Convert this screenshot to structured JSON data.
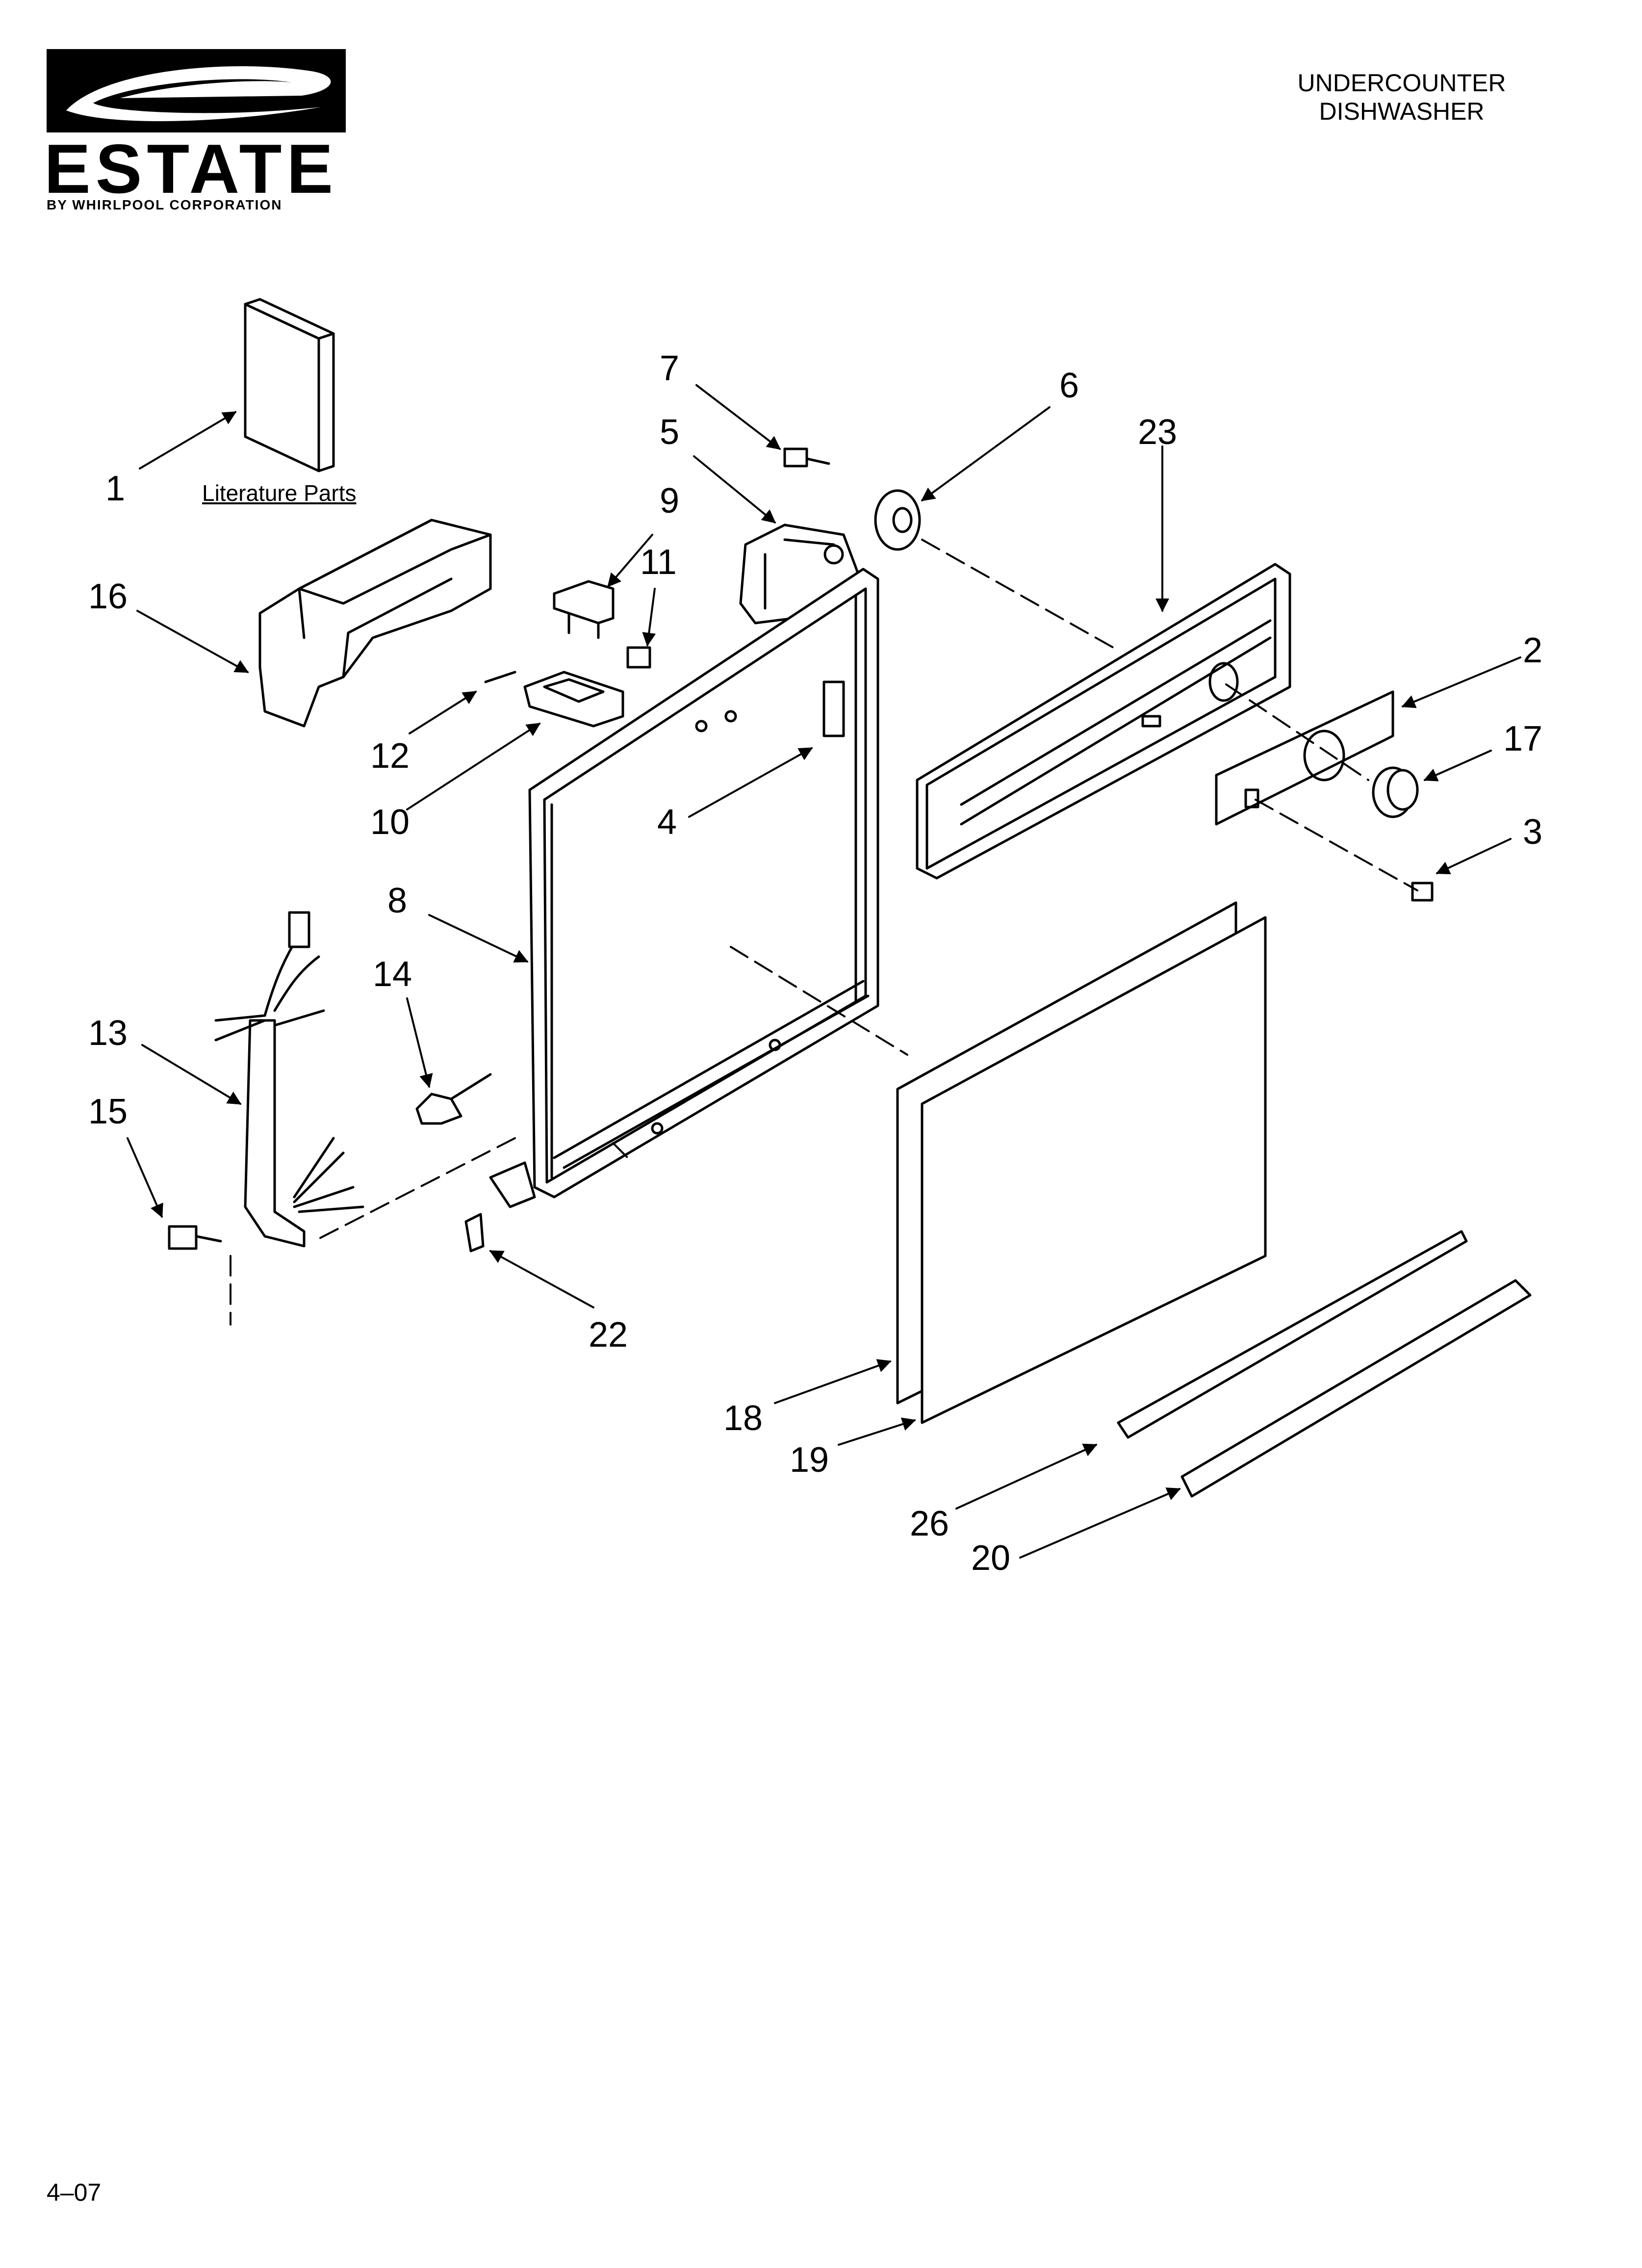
{
  "brand": {
    "logo_text": "ESTATE",
    "logo_subtext": "BY WHIRLPOOL CORPORATION"
  },
  "header": {
    "line1": "UNDERCOUNTER",
    "line2": "DISHWASHER"
  },
  "literature_label": "Literature Parts",
  "footer_code": "4–07",
  "callouts": [
    {
      "id": "c1",
      "label": "1"
    },
    {
      "id": "c2",
      "label": "2"
    },
    {
      "id": "c3",
      "label": "3"
    },
    {
      "id": "c4",
      "label": "4"
    },
    {
      "id": "c5",
      "label": "5"
    },
    {
      "id": "c6",
      "label": "6"
    },
    {
      "id": "c7",
      "label": "7"
    },
    {
      "id": "c8",
      "label": "8"
    },
    {
      "id": "c9",
      "label": "9"
    },
    {
      "id": "c10",
      "label": "10"
    },
    {
      "id": "c11",
      "label": "11"
    },
    {
      "id": "c12",
      "label": "12"
    },
    {
      "id": "c13",
      "label": "13"
    },
    {
      "id": "c14",
      "label": "14"
    },
    {
      "id": "c15",
      "label": "15"
    },
    {
      "id": "c16",
      "label": "16"
    },
    {
      "id": "c17",
      "label": "17"
    },
    {
      "id": "c18",
      "label": "18"
    },
    {
      "id": "c19",
      "label": "19"
    },
    {
      "id": "c20",
      "label": "20"
    },
    {
      "id": "c22",
      "label": "22"
    },
    {
      "id": "c23",
      "label": "23"
    },
    {
      "id": "c26",
      "label": "26"
    }
  ]
}
